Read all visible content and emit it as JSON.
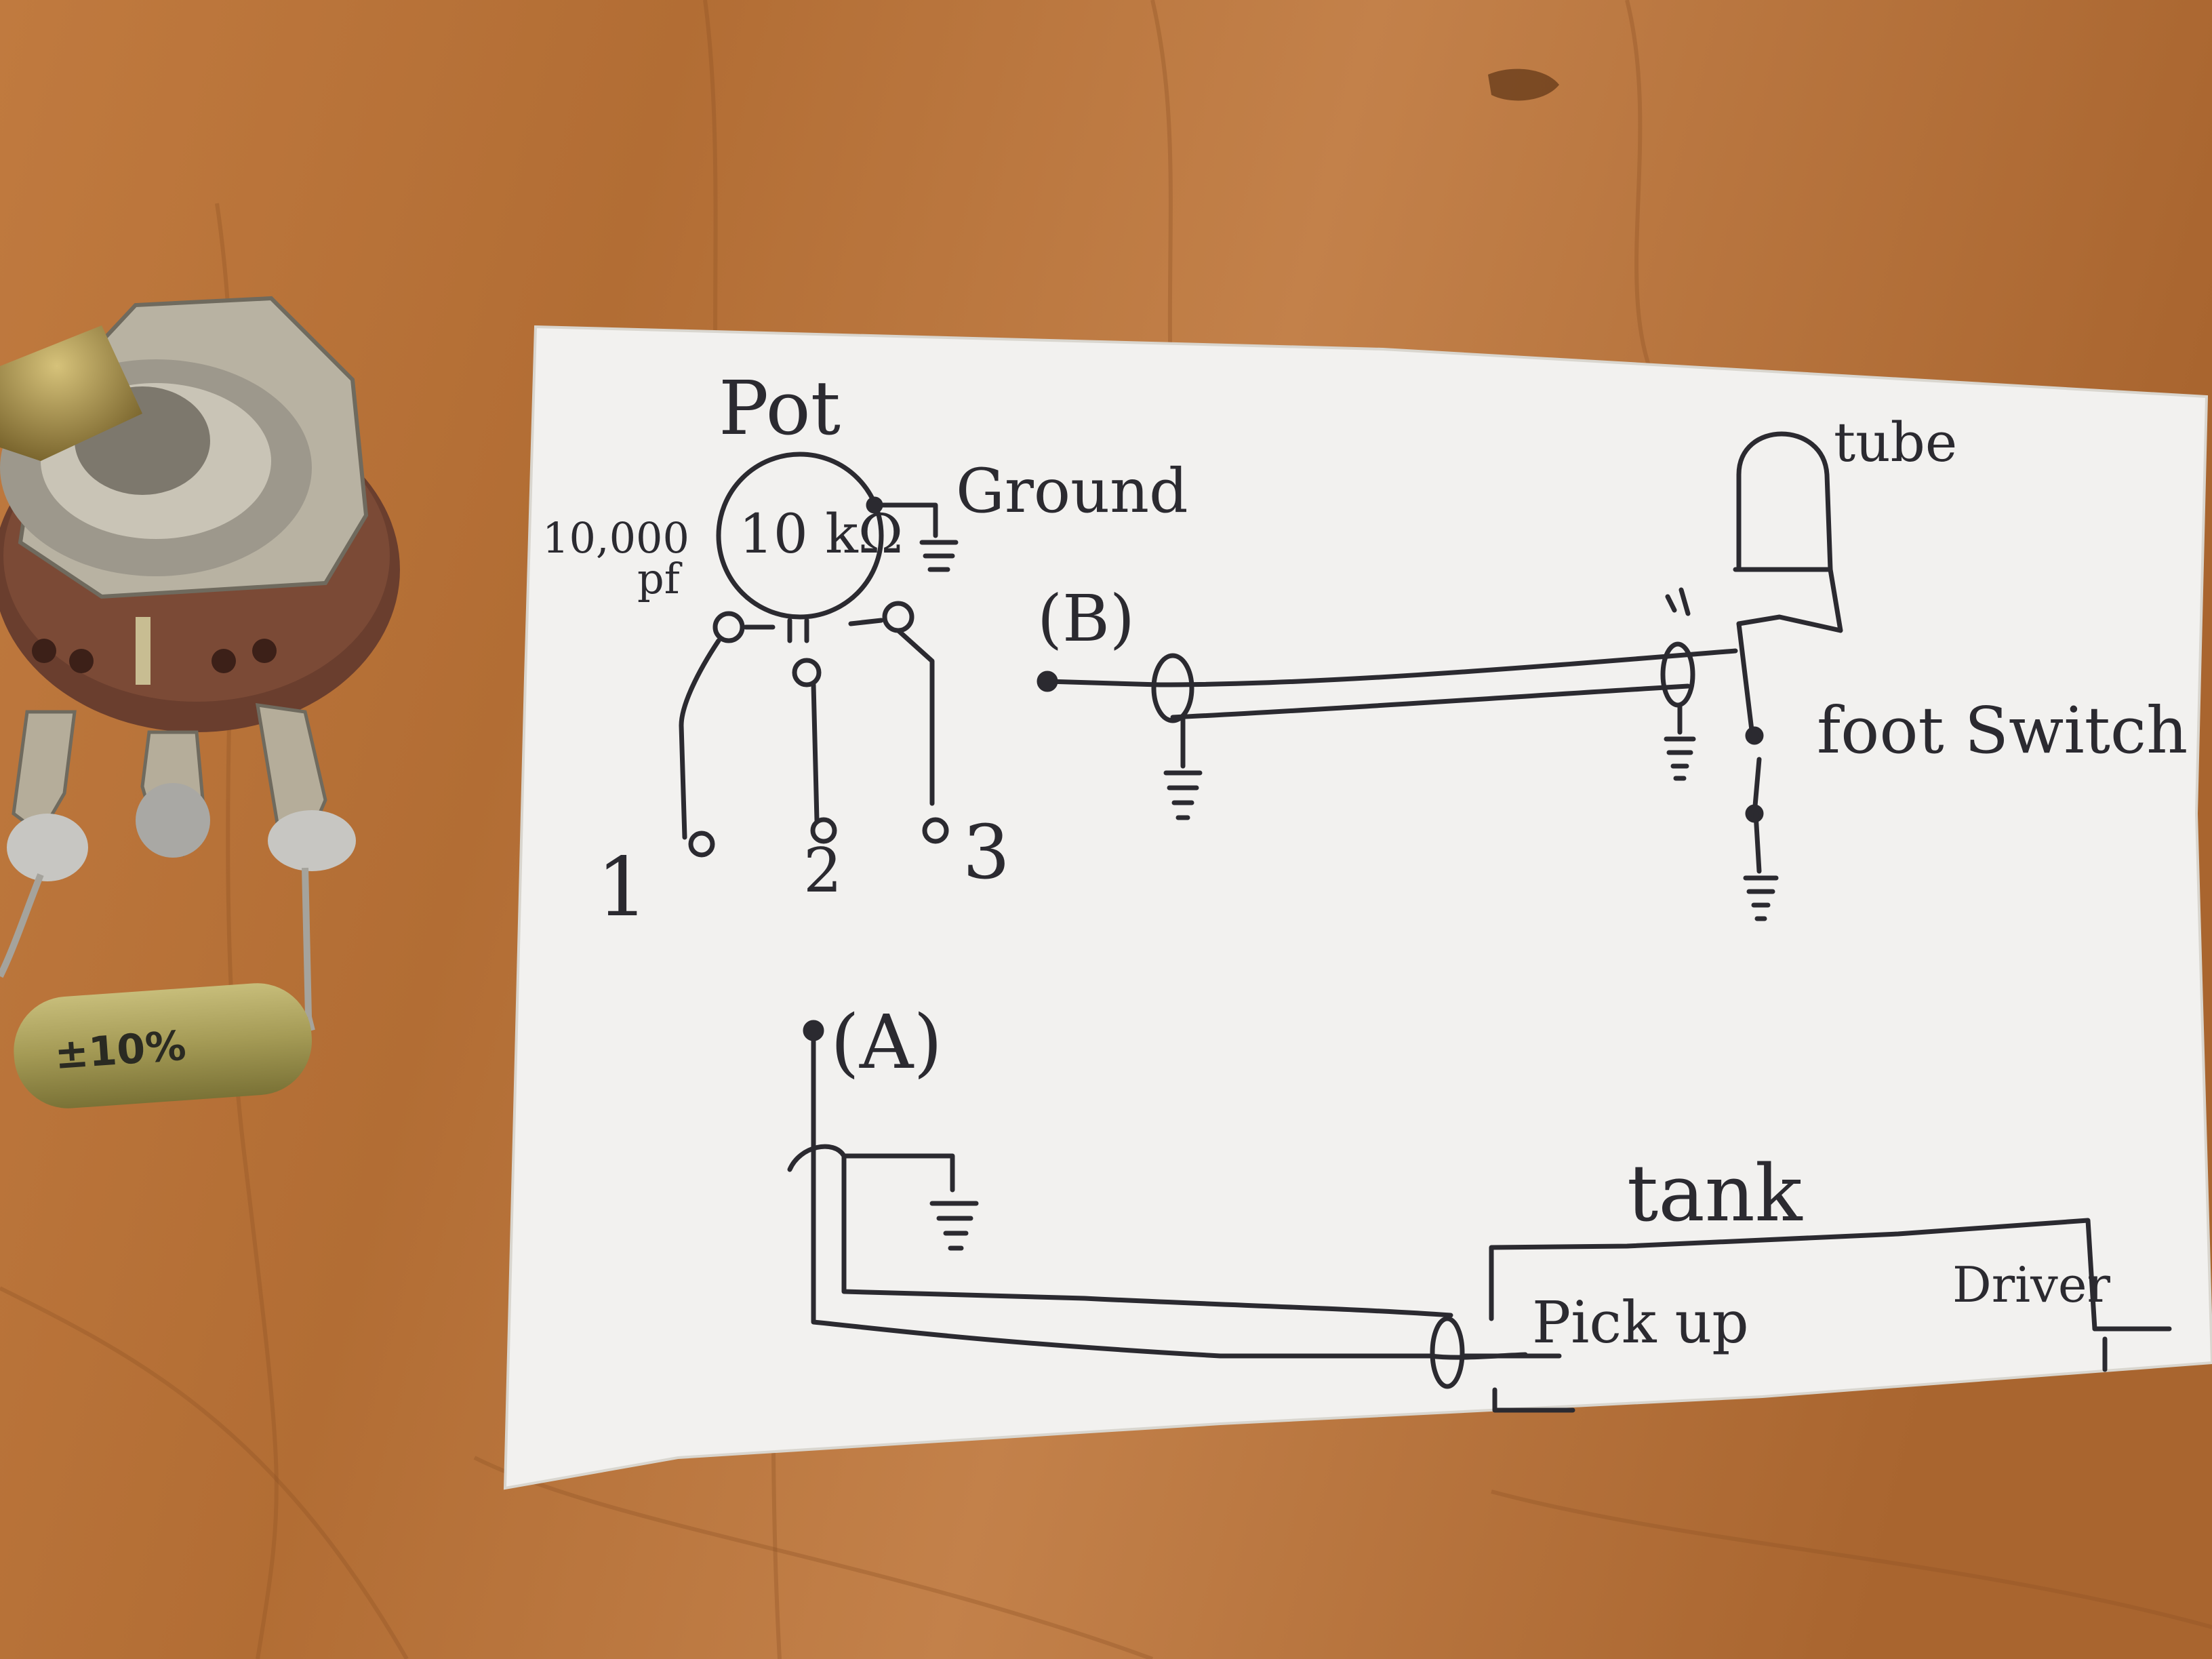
{
  "scene": {
    "colors": {
      "wood": "#b8733a",
      "wood_dark": "#8a4f22",
      "wood_light": "#cf8d52",
      "paper": "#f2f1ef",
      "ink": "#2b2a30",
      "pot_body": "#6a3e2e",
      "brass": "#a88a3c",
      "capacitor": "#a49a55"
    }
  },
  "sketch": {
    "pot_title": "Pot",
    "pot_value": "10 kΩ",
    "ground": "Ground",
    "cap_value_line1": "10,000",
    "cap_value_line2": "pf",
    "pin1": "1",
    "pin2": "2",
    "pin3": "3",
    "label_b": "(B)",
    "label_a": "(A)",
    "tube": "tube",
    "foot_switch": "foot Switch",
    "tank": "tank",
    "pickup": "Pick up",
    "driver": "Driver"
  },
  "capacitor": {
    "tolerance": "±10%"
  }
}
